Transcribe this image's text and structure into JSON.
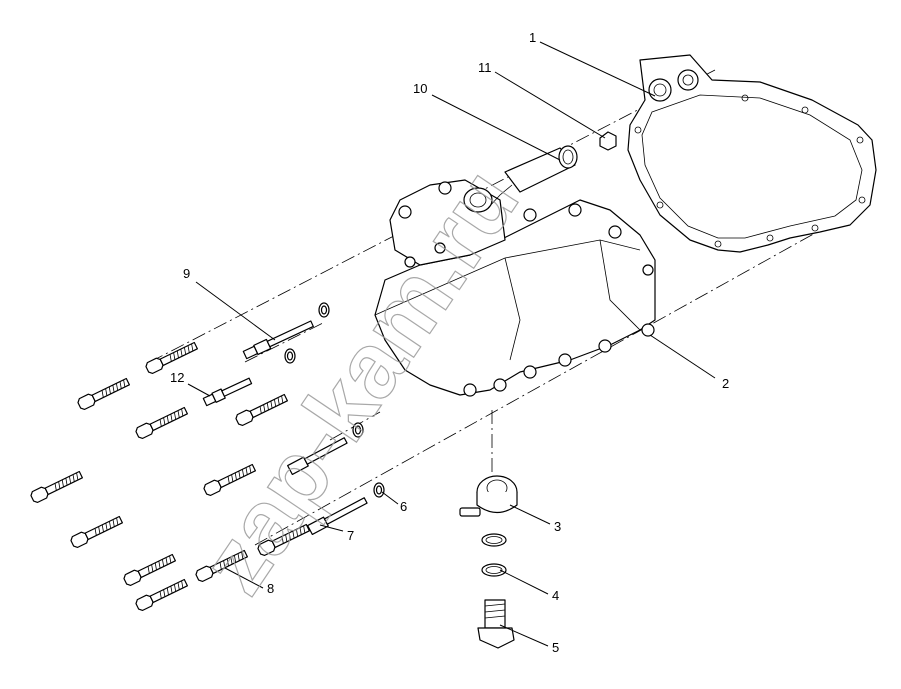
{
  "watermark": "zap-kam.ru",
  "callouts": [
    {
      "id": "1",
      "label": "1"
    },
    {
      "id": "2",
      "label": "2"
    },
    {
      "id": "3",
      "label": "3"
    },
    {
      "id": "4",
      "label": "4"
    },
    {
      "id": "5",
      "label": "5"
    },
    {
      "id": "6",
      "label": "6"
    },
    {
      "id": "7",
      "label": "7"
    },
    {
      "id": "8",
      "label": "8"
    },
    {
      "id": "9",
      "label": "9"
    },
    {
      "id": "10",
      "label": "10"
    },
    {
      "id": "11",
      "label": "11"
    },
    {
      "id": "12",
      "label": "12"
    }
  ],
  "colors": {
    "line": "#000000",
    "background": "#ffffff",
    "watermark": "#9a9a9a"
  }
}
